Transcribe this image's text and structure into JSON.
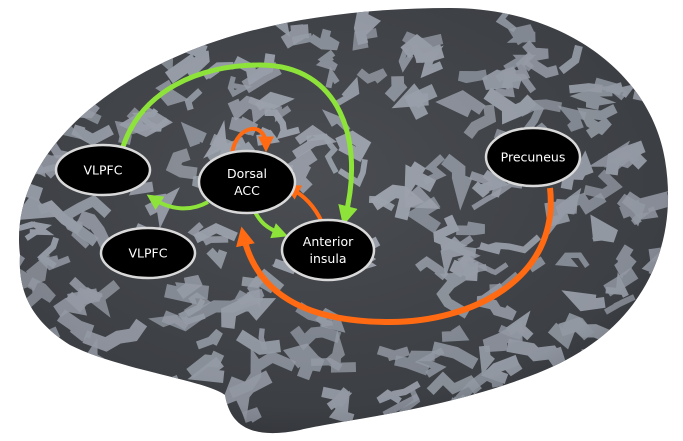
{
  "diagram": {
    "nodes": {
      "vlpfc_upper": {
        "label": "VLPFC"
      },
      "vlpfc_lower": {
        "label": "VLPFC"
      },
      "dorsal_acc": {
        "line1": "Dorsal",
        "line2": "ACC"
      },
      "anterior_insula": {
        "line1": "Anterior",
        "line2": "insula"
      },
      "precuneus": {
        "label": "Precuneus"
      }
    },
    "colors": {
      "brain_dark": "#3f4247",
      "brain_light": "#9aa0ab",
      "node_fill": "#000000",
      "node_stroke": "#d9d9d9",
      "arrow_green": "#8ee33b",
      "arrow_orange": "#ff6a13"
    }
  }
}
